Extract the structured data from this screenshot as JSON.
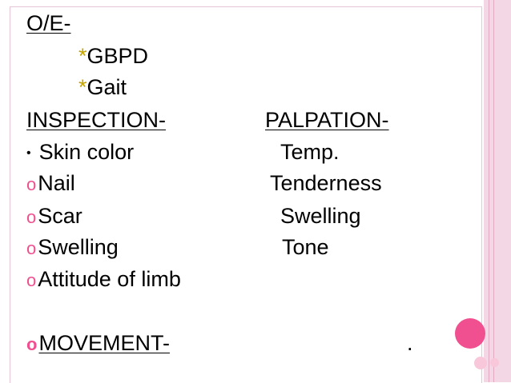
{
  "slide": {
    "heading": "O/E-",
    "sub_items": [
      {
        "star": "*",
        "text": "GBPD"
      },
      {
        "star": "*",
        "text": "Gait"
      }
    ],
    "inspection": {
      "title": "INSPECTION-",
      "items": [
        {
          "bullet": "•",
          "text": "Skin color"
        },
        {
          "bullet": "o",
          "text": "Nail"
        },
        {
          "bullet": "o",
          "text": "Scar"
        },
        {
          "bullet": "o",
          "text": "Swelling"
        },
        {
          "bullet": "o",
          "text": "Attitude of limb"
        }
      ]
    },
    "palpation": {
      "title": "PALPATION-",
      "items": [
        "Temp.",
        "Tenderness",
        "Swelling",
        "Tone"
      ]
    },
    "movement": {
      "bullet": "o",
      "text": "MOVEMENT-",
      "trailing": "."
    }
  },
  "colors": {
    "accent": "#f0508f",
    "star": "#c5a300",
    "sidebar": "#f4d7e5"
  }
}
